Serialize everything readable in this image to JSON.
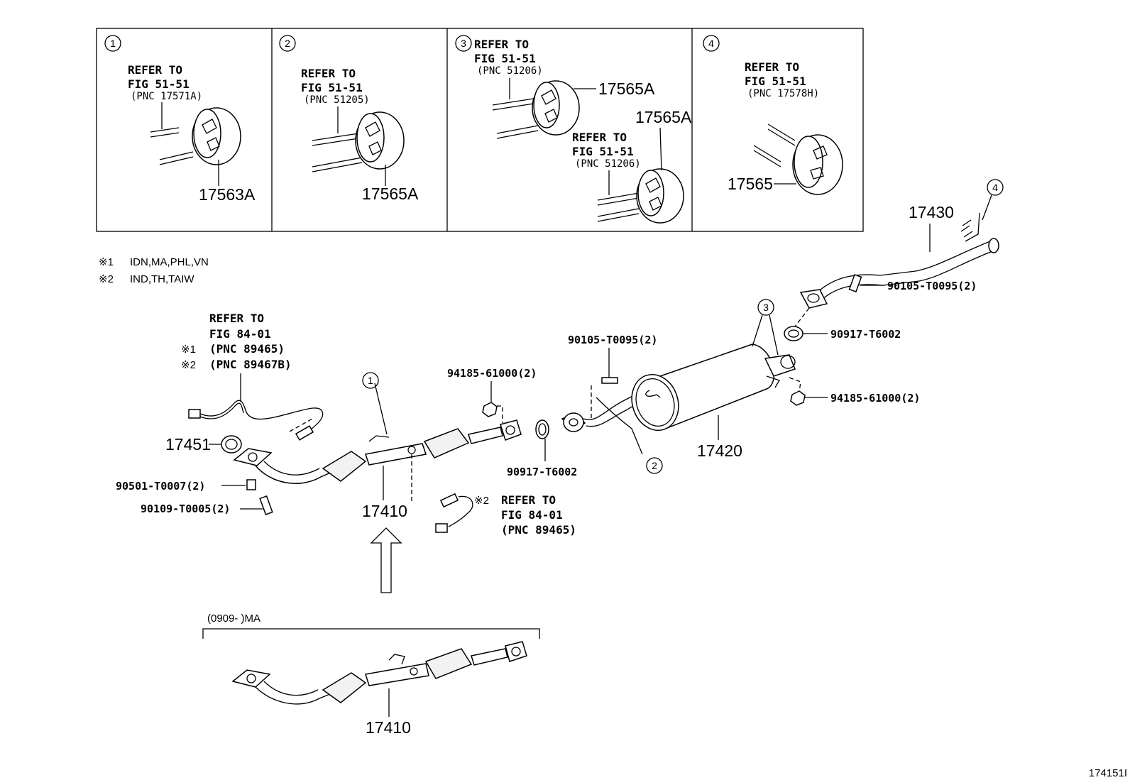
{
  "detail_boxes": [
    {
      "num": "1",
      "refer": "REFER TO",
      "fig": "FIG 51-51",
      "pnc": "(PNC 17571A)",
      "part": "17563A"
    },
    {
      "num": "2",
      "refer": "REFER TO",
      "fig": "FIG 51-51",
      "pnc": "(PNC 51205)",
      "part": "17565A"
    },
    {
      "num": "3",
      "refer": "REFER TO",
      "fig": "FIG 51-51",
      "pnc": "(PNC 51206)",
      "part": "17565A",
      "refer2": "REFER TO",
      "fig2": "FIG 51-51",
      "pnc2": "(PNC 51206)",
      "part2": "17565A"
    },
    {
      "num": "4",
      "refer": "REFER TO",
      "fig": "FIG 51-51",
      "pnc": "(PNC 17578H)",
      "part": "17565"
    }
  ],
  "notes": [
    {
      "mark": "※1",
      "text": "IDN,MA,PHL,VN"
    },
    {
      "mark": "※2",
      "text": "IND,TH,TAIW"
    }
  ],
  "sensor_ref_top": {
    "refer": "REFER TO",
    "fig": "FIG 84-01",
    "mark1": "※1",
    "pnc1": "(PNC 89465)",
    "mark2": "※2",
    "pnc2": "(PNC 89467B)"
  },
  "sensor_ref_bottom": {
    "mark": "※2",
    "refer": "REFER TO",
    "fig": "FIG 84-01",
    "pnc": "(PNC 89465)"
  },
  "parts": {
    "p17451": "17451",
    "p90501": "90501-T0007(2)",
    "p90109": "90109-T0005(2)",
    "p17410": "17410",
    "p94185a": "94185-61000(2)",
    "p90917a": "90917-T6002",
    "p90105a": "90105-T0095(2)",
    "p17420": "17420",
    "p17430": "17430",
    "p90105b": "90105-T0095(2)",
    "p90917b": "90917-T6002",
    "p94185b": "94185-61000(2)"
  },
  "callouts": {
    "c1": "1",
    "c2": "2",
    "c3": "3",
    "c4": "4"
  },
  "variant": {
    "label": "(0909-      )MA",
    "part": "17410"
  },
  "figure_id": "174151I"
}
